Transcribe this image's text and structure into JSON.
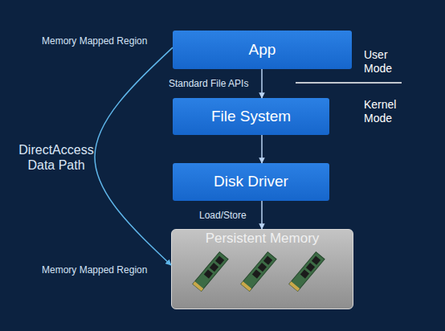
{
  "diagram": {
    "nodes": [
      {
        "text": [
          "App"
        ]
      },
      {
        "text": [
          "File System"
        ]
      },
      {
        "text": [
          "Disk Driver"
        ]
      },
      {
        "text": [
          "Persistent Memory"
        ]
      }
    ],
    "edges": [
      {
        "from": 0,
        "to": 1,
        "arrow": "to",
        "label": "Standard File APIs"
      },
      {
        "from": 1,
        "to": 2,
        "arrow": "to"
      },
      {
        "from": 2,
        "to": 3,
        "arrow": "to",
        "label": "Load/Store"
      },
      {
        "from": 0,
        "to": 3,
        "arrow": "to",
        "label": "DirectAccess Data Path"
      }
    ],
    "labels": [
      "Memory Mapped Region",
      "User Mode",
      "Kernel Mode",
      "Memory Mapped Region"
    ]
  }
}
